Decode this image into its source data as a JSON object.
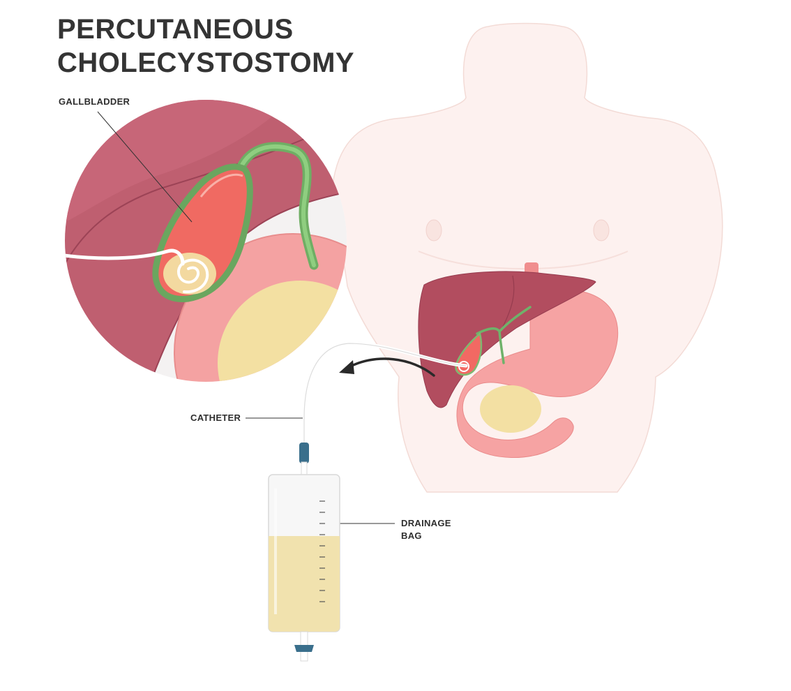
{
  "title": {
    "line1": "PERCUTANEOUS",
    "line2": "CHOLECYSTOSTOMY"
  },
  "labels": {
    "gallbladder": "GALLBLADDER",
    "catheter": "CATHETER",
    "drainage_bag_line1": "DRAINAGE",
    "drainage_bag_line2": "BAG"
  },
  "colors": {
    "body_skin": "#fdf1ef",
    "liver": "#a84a5e",
    "gallbladder": "#f06a62",
    "bile_duct": "#79b86a",
    "stomach": "#f6a0a0",
    "fat": "#f3dea0",
    "bag_fluid": "#f1e3b0",
    "connector": "#3a6f8c"
  }
}
